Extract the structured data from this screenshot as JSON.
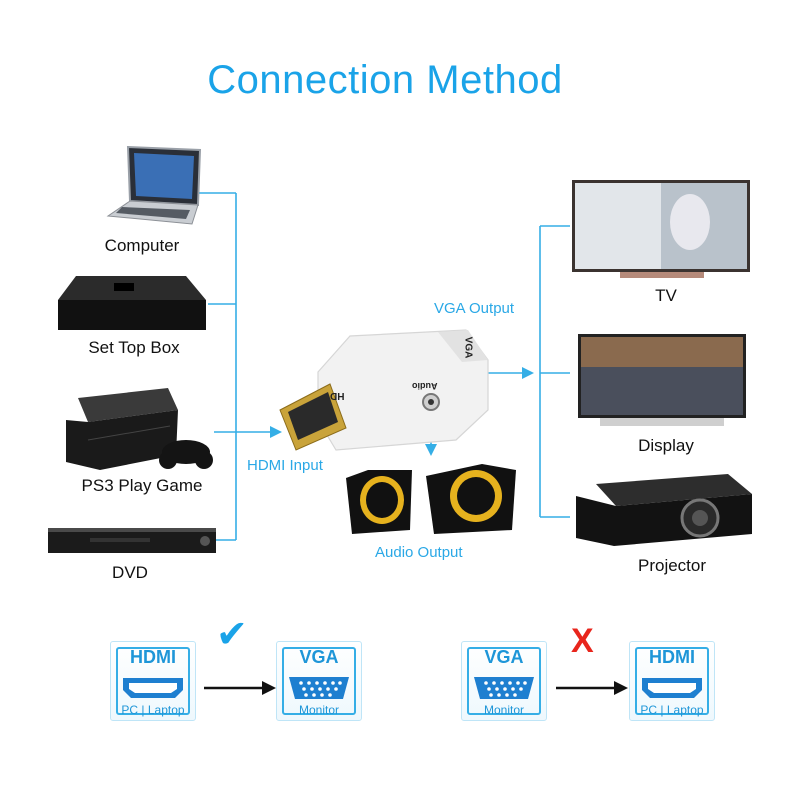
{
  "title": "Connection Method",
  "inputs": {
    "computer": "Computer",
    "set_top_box": "Set Top Box",
    "ps3": "PS3 Play Game",
    "dvd": "DVD"
  },
  "outputs": {
    "tv": "TV",
    "display": "Display",
    "projector": "Projector"
  },
  "flow": {
    "hdmi_input": "HDMI Input",
    "vga_output": "VGA Output",
    "audio_output": "Audio Output"
  },
  "adapter": {
    "hdmi_mark": "HD",
    "vga_mark": "VGA",
    "audio_mark": "Audio"
  },
  "compatibility": {
    "supported": {
      "from_title": "HDMI",
      "from_sub": "PC | Laptop",
      "to_title": "VGA",
      "to_sub": "Monitor",
      "mark": "✔"
    },
    "unsupported": {
      "from_title": "VGA",
      "from_sub": "Monitor",
      "to_title": "HDMI",
      "to_sub": "PC | Laptop",
      "mark": "X"
    }
  },
  "colors": {
    "accent": "#1aa3e8",
    "line": "#35aee6",
    "cross": "#e8251c"
  }
}
